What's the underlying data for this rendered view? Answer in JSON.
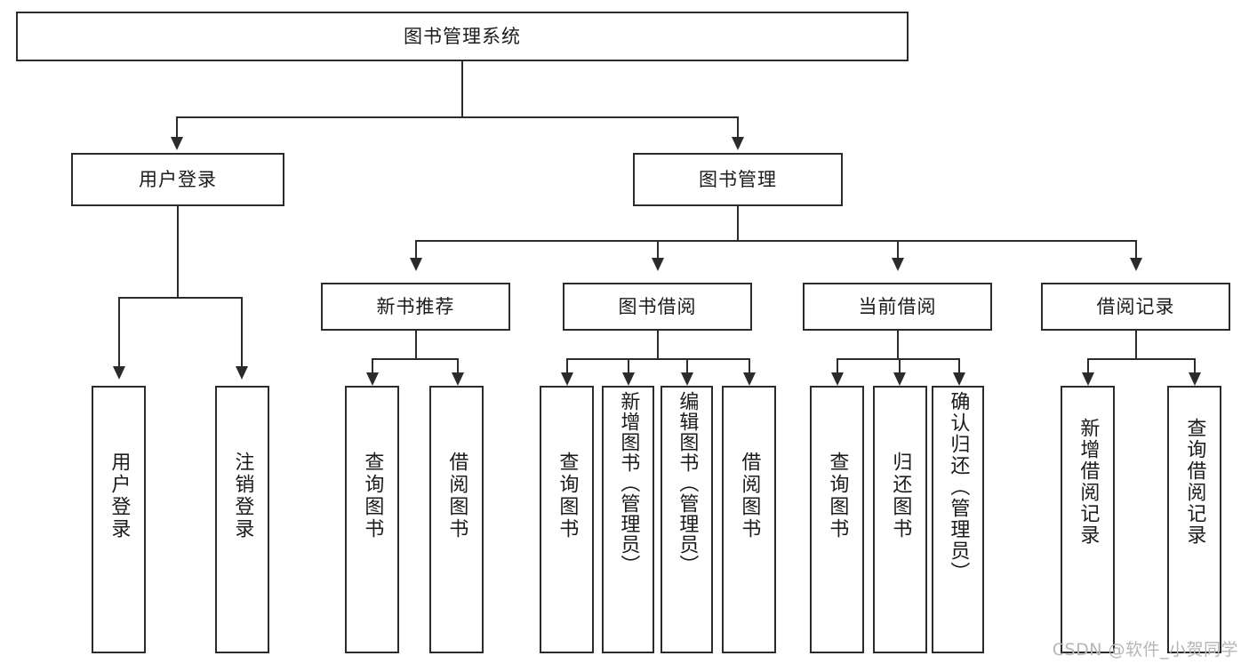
{
  "diagram": {
    "title": "图书管理系统",
    "type": "tree",
    "watermark": "CSDN @软件_小贺同学",
    "colors": {
      "border": "#2b2b2b",
      "background": "#ffffff",
      "text": "#1b1b1b",
      "watermark": "#b6b6b6"
    }
  },
  "root": {
    "label": "图书管理系统"
  },
  "level1": [
    {
      "label": "用户登录"
    },
    {
      "label": "图书管理"
    }
  ],
  "level2": [
    {
      "label": "新书推荐"
    },
    {
      "label": "图书借阅"
    },
    {
      "label": "当前借阅"
    },
    {
      "label": "借阅记录"
    }
  ],
  "leaves": {
    "user_login": [
      {
        "label": "用户登录"
      },
      {
        "label": "注销登录"
      }
    ],
    "new_book": [
      {
        "label": "查询图书"
      },
      {
        "label": "借阅图书"
      }
    ],
    "borrow_book": [
      {
        "label": "查询图书"
      },
      {
        "label": "新增图书（管理员）"
      },
      {
        "label": "编辑图书（管理员）"
      },
      {
        "label": "借阅图书"
      }
    ],
    "current_borrow": [
      {
        "label": "查询图书"
      },
      {
        "label": "归还图书"
      },
      {
        "label": "确认归还（管理员）"
      }
    ],
    "borrow_record": [
      {
        "label": "新增借阅记录"
      },
      {
        "label": "查询借阅记录"
      }
    ]
  }
}
